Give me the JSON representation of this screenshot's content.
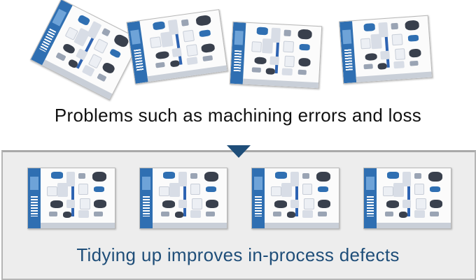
{
  "top": {
    "caption": "Problems such as machining errors and loss",
    "state": "messy"
  },
  "bottom": {
    "caption": "Tidying up improves in-process defects",
    "state": "tidy"
  },
  "colors": {
    "caption_bottom": "#1f4e79",
    "arrow": "#1f4e79",
    "panel_bg": "#ededed",
    "doc_accent": "#2f6fb2"
  },
  "icons": {
    "arrow": "down-triangle-icon",
    "document": "catalog-page-icon"
  }
}
